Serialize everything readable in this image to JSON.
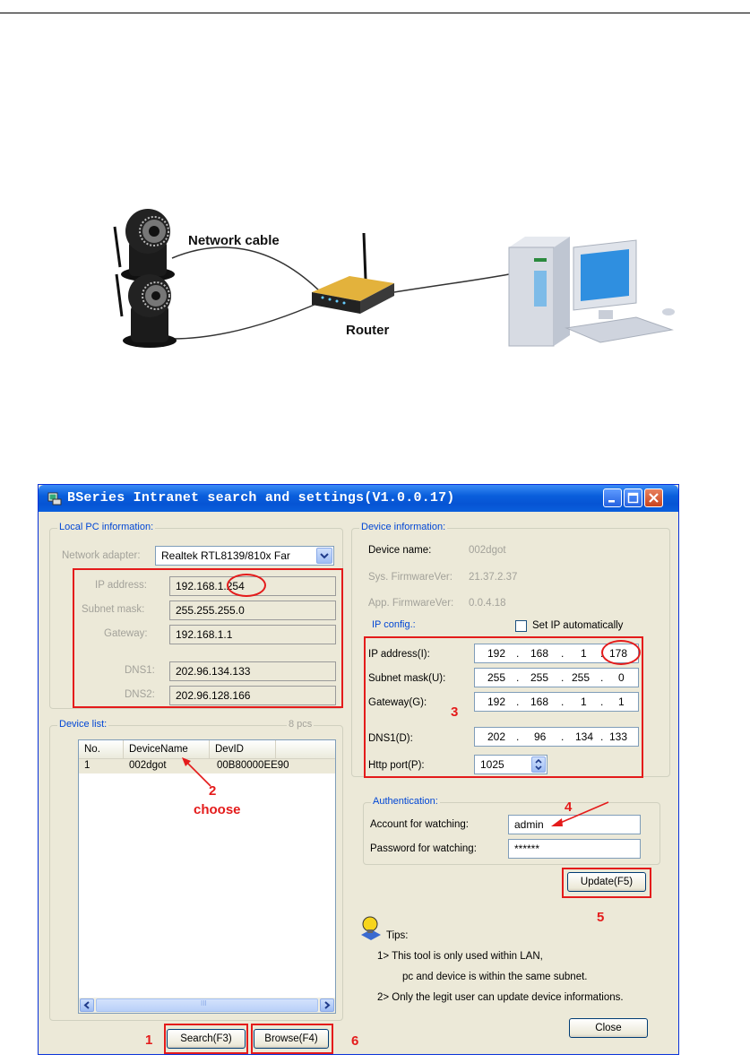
{
  "diagram": {
    "cable_label": "Network cable",
    "router_label": "Router"
  },
  "window": {
    "title": "BSeries Intranet search and settings(V1.0.0.17)",
    "local_pc": {
      "legend": "Local PC information:",
      "network_adapter_label": "Network adapter:",
      "network_adapter_value": "Realtek RTL8139/810x Far",
      "ip_label": "IP address:",
      "ip_value": "192.168.1.254",
      "subnet_label": "Subnet mask:",
      "subnet_value": "255.255.255.0",
      "gateway_label": "Gateway:",
      "gateway_value": "192.168.1.1",
      "dns1_label": "DNS1:",
      "dns1_value": "202.96.134.133",
      "dns2_label": "DNS2:",
      "dns2_value": "202.96.128.166"
    },
    "device_list": {
      "legend": "Device list:",
      "count": "8 pcs",
      "columns": [
        "No.",
        "DeviceName",
        "DevID"
      ],
      "rows": [
        {
          "no": "1",
          "name": "002dgot",
          "id": "00B80000EE90"
        }
      ],
      "scroll_thumb": "III"
    },
    "device_info": {
      "legend": "Device information:",
      "name_label": "Device name:",
      "name_value": "002dgot",
      "sys_fw_label": "Sys. FirmwareVer:",
      "sys_fw_value": "21.37.2.37",
      "app_fw_label": "App. FirmwareVer:",
      "app_fw_value": "0.0.4.18"
    },
    "ip_config": {
      "legend": "IP config.:",
      "auto_label": "Set IP automatically",
      "ip_label": "IP address(I):",
      "ip": [
        "192",
        "168",
        "1",
        "178"
      ],
      "subnet_label": "Subnet mask(U):",
      "subnet": [
        "255",
        "255",
        "255",
        "0"
      ],
      "gateway_label": "Gateway(G):",
      "gateway": [
        "192",
        "168",
        "1",
        "1"
      ],
      "dns1_label": "DNS1(D):",
      "dns1": [
        "202",
        "96",
        "134",
        "133"
      ],
      "http_label": "Http port(P):",
      "http_value": "1025"
    },
    "auth": {
      "legend": "Authentication:",
      "account_label": "Account for watching:",
      "account_value": "admin",
      "password_label": "Password for watching:",
      "password_value": "******"
    },
    "buttons": {
      "update": "Update(F5)",
      "search": "Search(F3)",
      "browse": "Browse(F4)",
      "close": "Close"
    },
    "tips": {
      "title": "Tips:",
      "line1": "1> This tool is only used within LAN,",
      "line2": "pc and device is within the same subnet.",
      "line3": "2> Only the legit user can update  device informations."
    }
  },
  "annotations": {
    "n1": "1",
    "n2": "2",
    "n3": "3",
    "n4": "4",
    "n5": "5",
    "n6": "6",
    "choose": "choose"
  },
  "colors": {
    "annotation_red": "#e41b1b",
    "xp_blue": "#0a5fdc",
    "window_face": "#ece9d8",
    "legend_blue": "#0046d5"
  }
}
